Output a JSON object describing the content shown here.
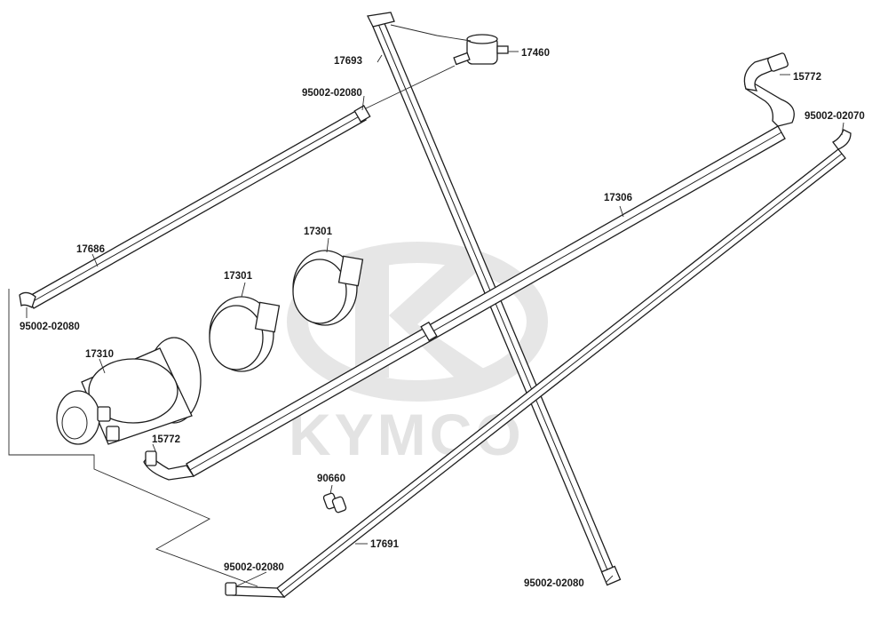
{
  "watermark": {
    "brand": "KYMCO"
  },
  "labels": {
    "p17693": "17693",
    "p17460": "17460",
    "p15772_top": "15772",
    "p95002_02080_top": "95002-02080",
    "p95002_02070": "95002-02070",
    "p17306": "17306",
    "p17686": "17686",
    "p17301_upper": "17301",
    "p17301_lower": "17301",
    "p95002_02080_left": "95002-02080",
    "p17310": "17310",
    "p15772_bottom": "15772",
    "p90660": "90660",
    "p17691": "17691",
    "p95002_02080_bottom": "95002-02080",
    "p95002_02080_right": "95002-02080"
  }
}
